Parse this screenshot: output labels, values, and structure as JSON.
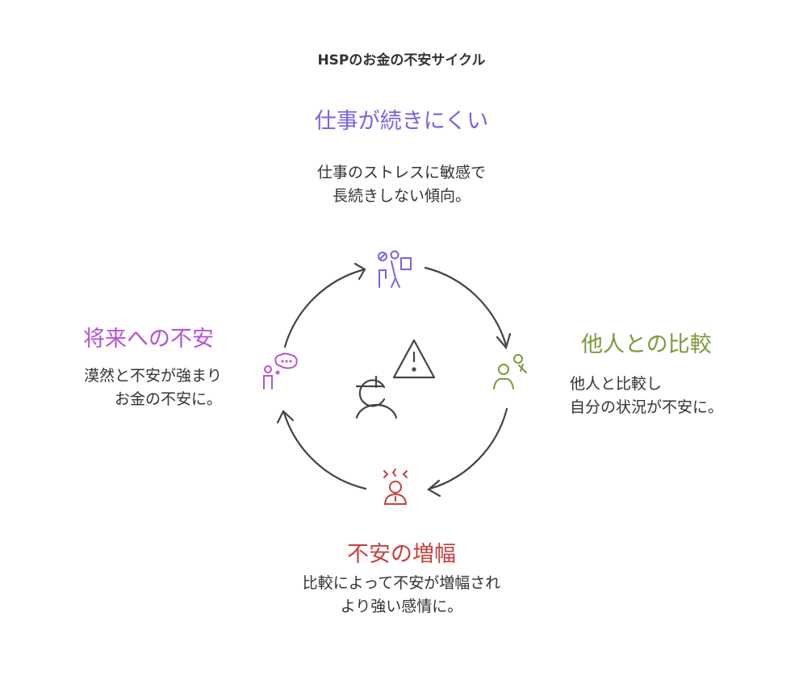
{
  "title": "HSPのお金の不安サイクル",
  "nodes": [
    {
      "heading": "仕事が続きにくい",
      "desc1": "仕事のストレスに敏感で",
      "desc2": "長続きしない傾向。",
      "color": "#7a62e6",
      "icon": "stressed-worker-icon"
    },
    {
      "heading": "他人との比較",
      "desc1": "他人と比較し",
      "desc2": "自分の状況が不安に。",
      "color": "#7c9a3a",
      "icon": "comparing-people-icon"
    },
    {
      "heading": "不安の増幅",
      "desc1": "比較によって不安が増幅され",
      "desc2": "より強い感情に。",
      "color": "#c8403f",
      "icon": "anxious-person-icon"
    },
    {
      "heading": "将来への不安",
      "desc1": "漠然と不安が強まり",
      "desc2": "お金の不安に。",
      "color": "#b552d9",
      "icon": "worried-thought-icon"
    }
  ],
  "center_icon": "person-money-warning-icon"
}
